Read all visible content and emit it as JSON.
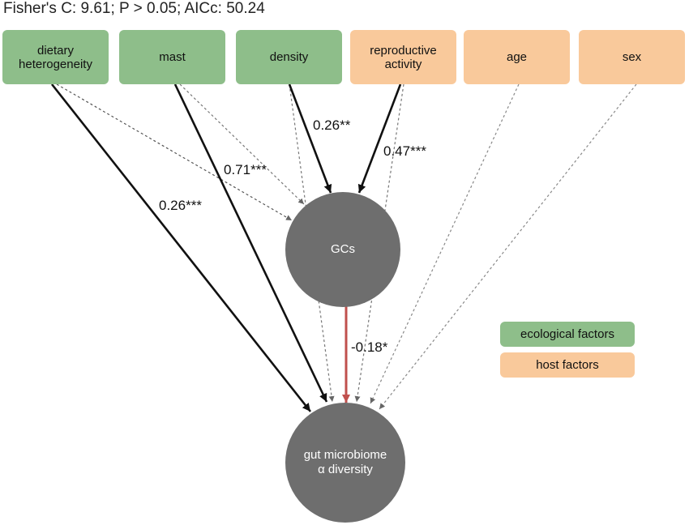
{
  "title": "Fisher's C: 9.61; P > 0.05; AICc: 50.24",
  "factors": [
    {
      "id": "dietary",
      "label": "dietary\nheterogeneity",
      "group": "ecological"
    },
    {
      "id": "mast",
      "label": "mast",
      "group": "ecological"
    },
    {
      "id": "density",
      "label": "density",
      "group": "ecological"
    },
    {
      "id": "repro",
      "label": "reproductive\nactivity",
      "group": "host"
    },
    {
      "id": "age",
      "label": "age",
      "group": "host"
    },
    {
      "id": "sex",
      "label": "sex",
      "group": "host"
    }
  ],
  "nodes": {
    "gcs": "GCs",
    "gut": "gut microbiome\nα diversity"
  },
  "paths": [
    {
      "from": "dietary",
      "to": "gut",
      "significant": true,
      "coef": "0.26***"
    },
    {
      "from": "mast",
      "to": "gut",
      "significant": true,
      "coef": "0.71***"
    },
    {
      "from": "density",
      "to": "gcs",
      "significant": true,
      "coef": "0.26**"
    },
    {
      "from": "repro",
      "to": "gcs",
      "significant": true,
      "coef": "0.47***"
    },
    {
      "from": "gcs",
      "to": "gut",
      "significant": true,
      "negative": true,
      "coef": "-0.18*"
    },
    {
      "from": "dietary",
      "to": "gcs",
      "significant": false
    },
    {
      "from": "mast",
      "to": "gcs",
      "significant": false
    },
    {
      "from": "density",
      "to": "gut",
      "significant": false
    },
    {
      "from": "repro",
      "to": "gut",
      "significant": false
    },
    {
      "from": "age",
      "to": "gut",
      "significant": false
    },
    {
      "from": "sex",
      "to": "gut",
      "significant": false
    }
  ],
  "legend": {
    "ecological": "ecological factors",
    "host": "host factors"
  },
  "colors": {
    "ecological": "#8ebe8a",
    "host": "#f9c99b",
    "node": "#6e6e6e",
    "negative_path": "#c0504d"
  }
}
